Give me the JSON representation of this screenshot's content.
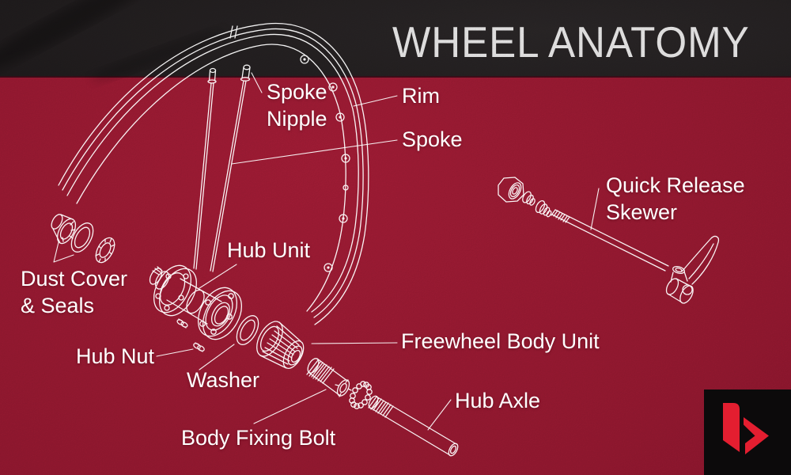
{
  "header": {
    "title": "WHEEL ANATOMY"
  },
  "labels": {
    "spoke_nipple": "Spoke\nNipple",
    "rim": "Rim",
    "spoke": "Spoke",
    "quick_release_skewer": "Quick Release\nSkewer",
    "dust_cover_seals": "Dust Cover\n& Seals",
    "hub_unit": "Hub Unit",
    "hub_nut": "Hub Nut",
    "washer": "Washer",
    "freewheel_body_unit": "Freewheel Body Unit",
    "body_fixing_bolt": "Body Fixing Bolt",
    "hub_axle": "Hub Axle"
  },
  "branding": {
    "logo_icon": "bikeexchange-b-icon"
  },
  "colors": {
    "background_red": "#9c1a33",
    "header_band_black": "#242021",
    "line_art_white": "#ffffff",
    "label_text": "#ffffff",
    "logo_red": "#e41e30",
    "logo_background": "#0c0a0b"
  }
}
